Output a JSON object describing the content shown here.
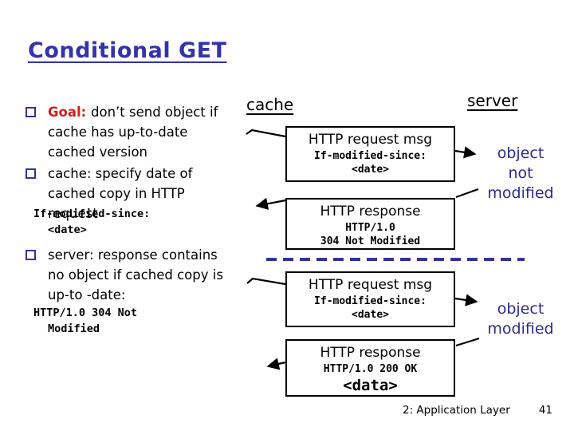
{
  "slide": {
    "title": "Conditional GET",
    "footer": {
      "section": "2: Application Layer",
      "page_number": "41"
    }
  },
  "colors": {
    "title_blue": "#3333aa",
    "goal_red": "#cc2222",
    "annotation_navy": "#2b2b8b",
    "dash_blue": "#333399",
    "text": "#000000",
    "background": "#ffffff"
  },
  "bullets": {
    "goal": {
      "lead": "Goal: ",
      "rest": "don’t send object if cache has up-to-date cached version"
    },
    "cache": {
      "text": "cache: specify date of cached copy in HTTP request"
    },
    "server": {
      "text": "server: response contains no object if cached copy is up-to -date:"
    }
  },
  "code": {
    "if_modified": {
      "line1": "If-modified-since:",
      "line2": "<date>"
    },
    "http_304": {
      "line1": "HTTP/1.0 304 Not",
      "line2": "Modified"
    }
  },
  "diagram": {
    "cache_label": "cache",
    "server_label": "server",
    "boxes": {
      "request1": {
        "title": "HTTP request msg",
        "line1": "If-modified-since:",
        "line2": "<date>"
      },
      "response1": {
        "title": "HTTP response",
        "line1": "HTTP/1.0",
        "line2": "304 Not Modified"
      },
      "request2": {
        "title": "HTTP request msg",
        "line1": "If-modified-since:",
        "line2": "<date>"
      },
      "response2": {
        "title": "HTTP response",
        "line1": "HTTP/1.0 200 OK",
        "line2": "<data>"
      }
    },
    "annotations": {
      "not_modified": {
        "line1": "object",
        "line2": "not",
        "line3": "modified"
      },
      "modified": {
        "line1": "object",
        "line2": "modified"
      }
    }
  }
}
